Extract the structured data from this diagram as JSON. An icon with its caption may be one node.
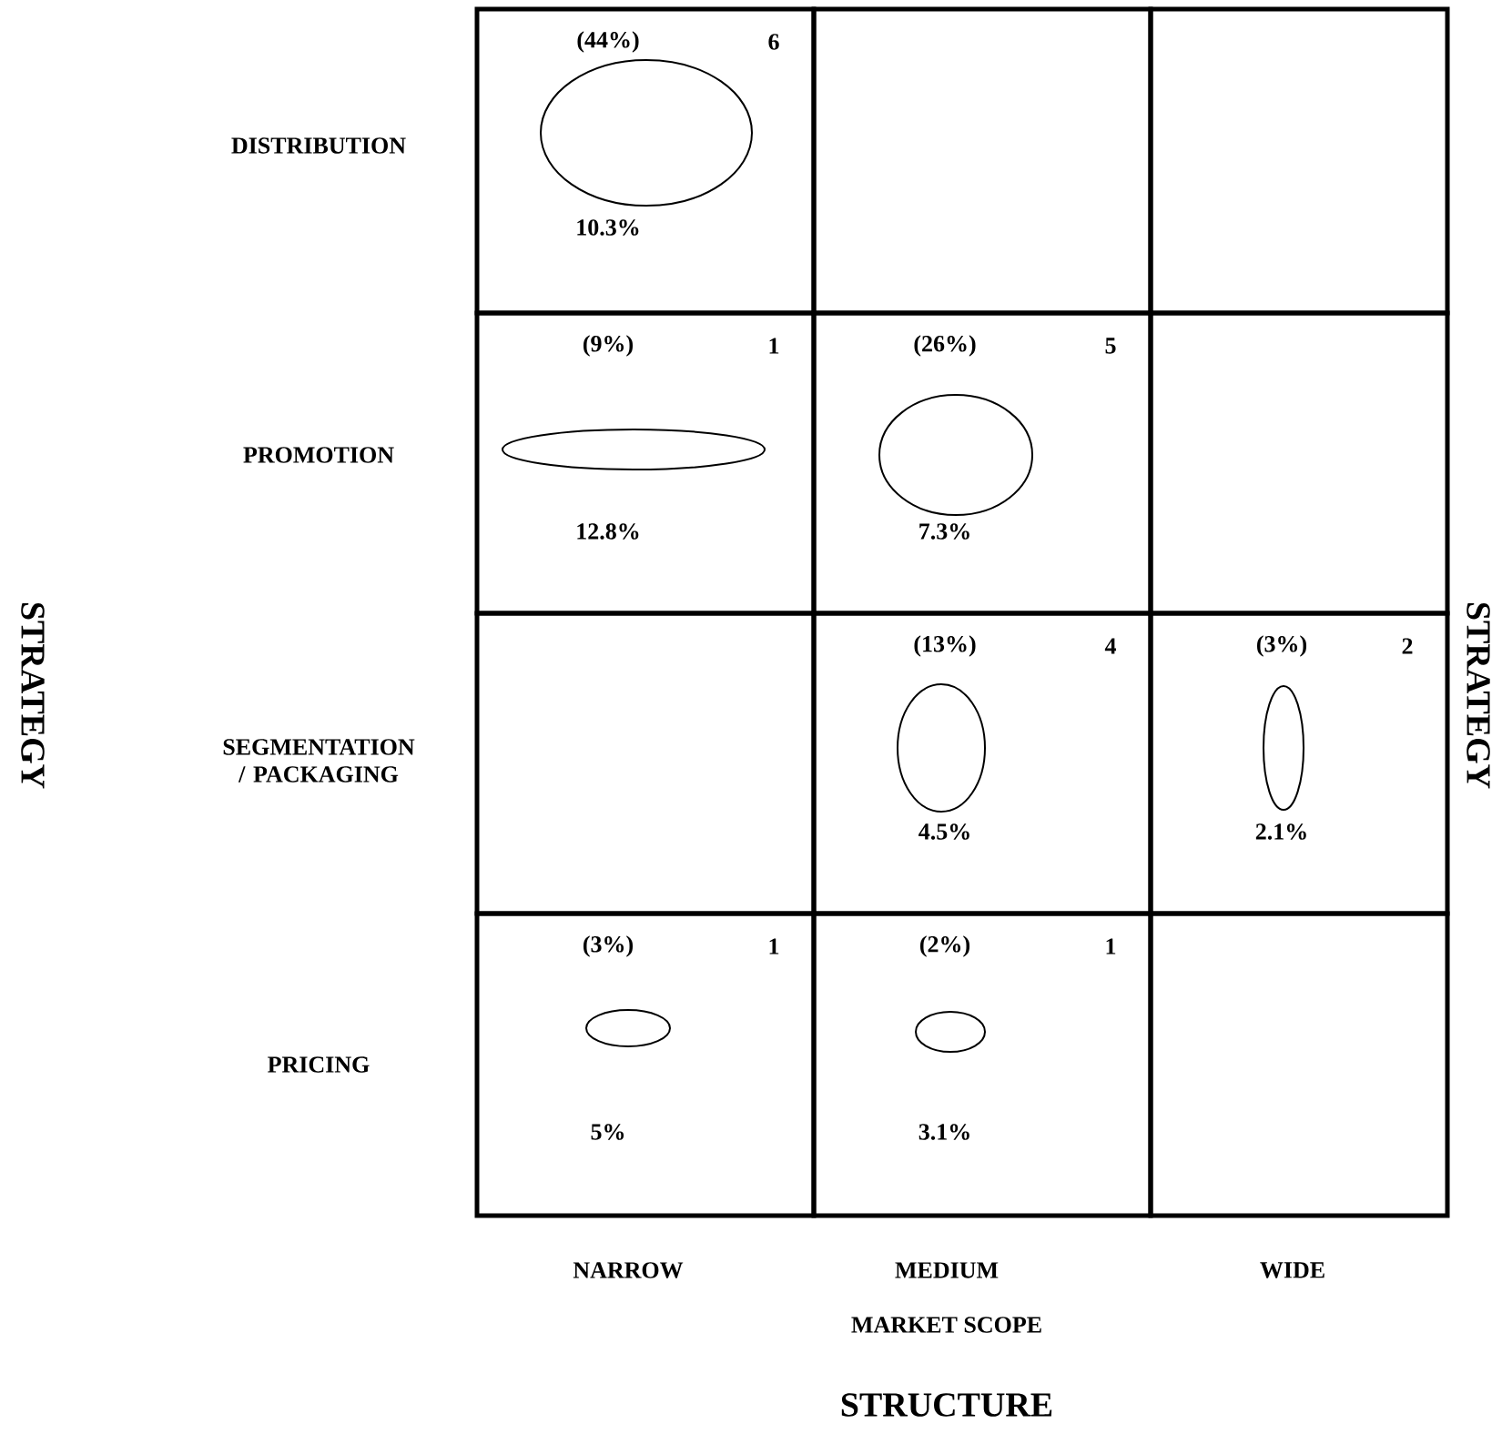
{
  "diagram": {
    "title": "STRUCTURE",
    "nodes": [
      {
        "text": [
          "(44%)",
          "6",
          "10.3%"
        ]
      },
      {
        "text": [],
        "shape": "box"
      },
      {
        "text": [],
        "shape": "box"
      },
      {
        "text": [
          "(9%)",
          "1",
          "12.8%"
        ]
      },
      {
        "text": [
          "(26%)",
          "5",
          "7.3%"
        ]
      },
      {
        "text": [],
        "shape": "box"
      },
      {
        "text": [],
        "shape": "box"
      },
      {
        "text": [
          "(13%)",
          "4",
          "4.5%"
        ]
      },
      {
        "text": [
          "(3%)",
          "2",
          "2.1%"
        ]
      },
      {
        "text": [
          "(3%)",
          "1",
          "5%"
        ]
      },
      {
        "text": [
          "(2%)",
          "1",
          "3.1%"
        ]
      },
      {
        "text": [],
        "shape": "box"
      }
    ],
    "labels": [
      "DISTRIBUTION",
      "PROMOTION",
      "SEGMENTATION / PACKAGING",
      "PRICING",
      "NARROW",
      "MEDIUM",
      "WIDE",
      "MARKET SCOPE",
      "STRATEGY",
      "STRATEGY"
    ]
  }
}
